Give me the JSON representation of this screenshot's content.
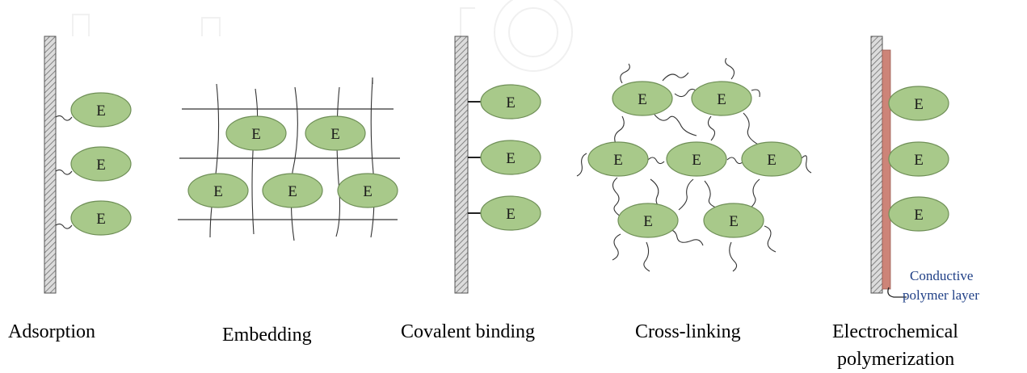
{
  "panels": [
    {
      "caption": "Adsorption"
    },
    {
      "caption": "Embedding"
    },
    {
      "caption": "Covalent binding"
    },
    {
      "caption": "Cross-linking"
    },
    {
      "caption_line1": "Electrochemical",
      "caption_line2": "polymerization",
      "layer_label_line1": "Conductive",
      "layer_label_line2": "polymer layer"
    }
  ],
  "enzyme_label": "E",
  "colors": {
    "enzyme_fill": "#a8c98a",
    "enzyme_stroke": "#6f8f57",
    "electrode_fill": "#d9d9d9",
    "electrode_hatch": "#6e6e6e",
    "polymer_layer": "#cd8478",
    "polymer_label": "#1f3f86"
  }
}
